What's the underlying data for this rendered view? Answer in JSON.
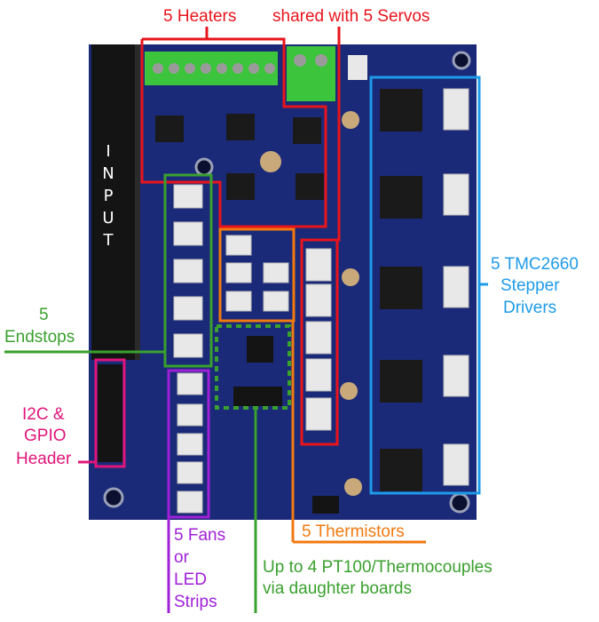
{
  "labels": {
    "heaters": "5 Heaters",
    "servos": "shared with 5 Servos",
    "steppers_line1": "5 TMC2660",
    "steppers_line2": "Stepper",
    "steppers_line3": "Drivers",
    "endstops_line1": "5",
    "endstops_line2": "Endstops",
    "i2c_line1": "I2C &",
    "i2c_line2": "GPIO",
    "i2c_line3": "Header",
    "fans_line1": "5 Fans",
    "fans_line2": "or",
    "fans_line3": "LED",
    "fans_line4": "Strips",
    "thermistors": "5 Thermistors",
    "pt100_line1": "Up to 4 PT100/Thermocouples",
    "pt100_line2": "via daughter boards",
    "input": [
      "I",
      "N",
      "P",
      "U",
      "T"
    ]
  },
  "colors": {
    "heaters": "#e8141c",
    "steppers": "#1e9be8",
    "endstops": "#3aa02e",
    "i2c": "#e0157a",
    "fans": "#a020d8",
    "thermistors": "#f07a10",
    "pt100": "#3aa02e",
    "board": "#1a2a7a",
    "connector_green": "#3cc43c",
    "connector_white": "#e8e8e8"
  }
}
